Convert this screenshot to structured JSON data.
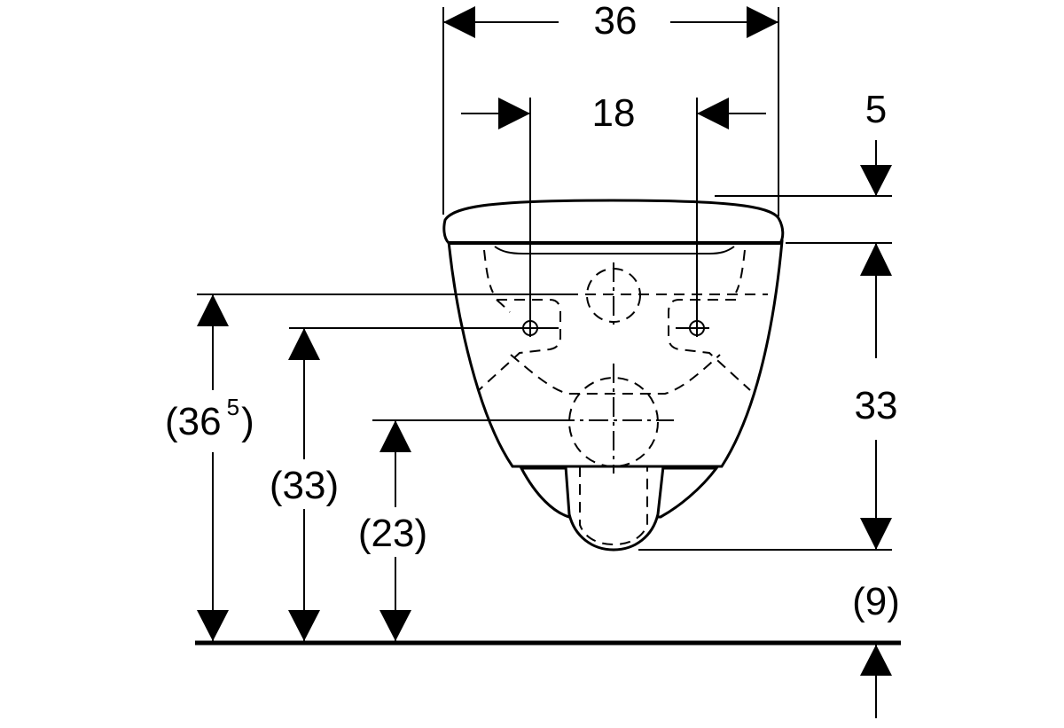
{
  "dimensions": {
    "total_width": "36",
    "fixing_spacing": "18",
    "seat_offset": "5",
    "bowl_height": "33",
    "floor_gap": "(9)",
    "overall_height_main": "(36",
    "overall_height_sup": "5",
    "overall_height_close": ")",
    "fixing_height": "(33)",
    "outlet_height": "(23)"
  },
  "colors": {
    "line": "#000000",
    "background": "#ffffff"
  }
}
